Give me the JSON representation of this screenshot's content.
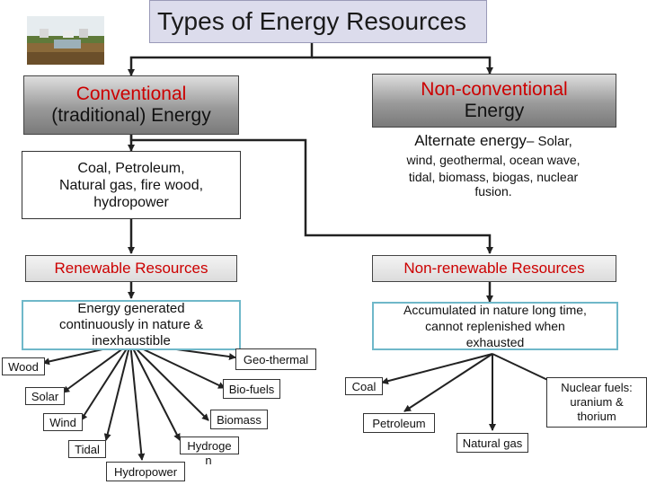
{
  "title": "Types of Energy Resources",
  "conventional": {
    "line1": "Conventional",
    "line2": "(traditional) Energy"
  },
  "non_conventional": {
    "line1": "Non-conventional",
    "line2": "Energy"
  },
  "conventional_examples": {
    "line1": "Coal, Petroleum,",
    "line2": "Natural gas, fire wood,",
    "line3": "hydropower"
  },
  "alternate": {
    "head": "Alternate energy",
    "dash": "– Solar,",
    "line2": "wind, geothermal, ocean wave,",
    "line3": "tidal, biomass, biogas, nuclear",
    "line4": "fusion."
  },
  "renewable": {
    "title": "Renewable Resources",
    "desc1": "Energy generated",
    "desc2": "continuously in nature &",
    "desc3": "inexhaustible"
  },
  "non_renewable": {
    "title": "Non-renewable Resources",
    "desc1": "Accumulated in nature long time,",
    "desc2": "cannot replenished when",
    "desc3": "exhausted"
  },
  "renewable_items": {
    "wood": "Wood",
    "solar": "Solar",
    "wind": "Wind",
    "tidal": "Tidal",
    "hydropower": "Hydropower",
    "hydrogen_a": "Hydroge",
    "hydrogen_b": "n",
    "biomass": "Biomass",
    "biofuels": "Bio-fuels",
    "geothermal": "Geo-thermal"
  },
  "non_renewable_items": {
    "coal": "Coal",
    "petroleum": "Petroleum",
    "natural_gas": "Natural gas",
    "nuclear_a": "Nuclear fuels:",
    "nuclear_b": "uranium &",
    "nuclear_c": "thorium"
  },
  "colors": {
    "heading_red": "#cc0000",
    "box_border_teal": "#6fb8c9",
    "title_bg": "#dcdcec"
  }
}
